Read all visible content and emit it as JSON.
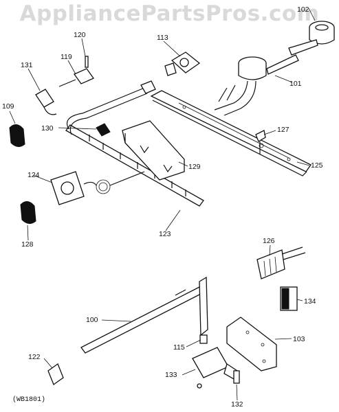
{
  "watermark": "AppliancePartsPros.com",
  "diagram_code": "(WB1801)",
  "callouts": {
    "c100": "100",
    "c101": "101",
    "c102": "102",
    "c103": "103",
    "c109": "109",
    "c113": "113",
    "c115": "115",
    "c119": "119",
    "c120": "120",
    "c122": "122",
    "c123": "123",
    "c124": "124",
    "c125": "125",
    "c126": "126",
    "c127": "127",
    "c128": "128",
    "c129": "129",
    "c130": "130",
    "c131": "131",
    "c132": "132",
    "c133": "133",
    "c134": "134"
  }
}
